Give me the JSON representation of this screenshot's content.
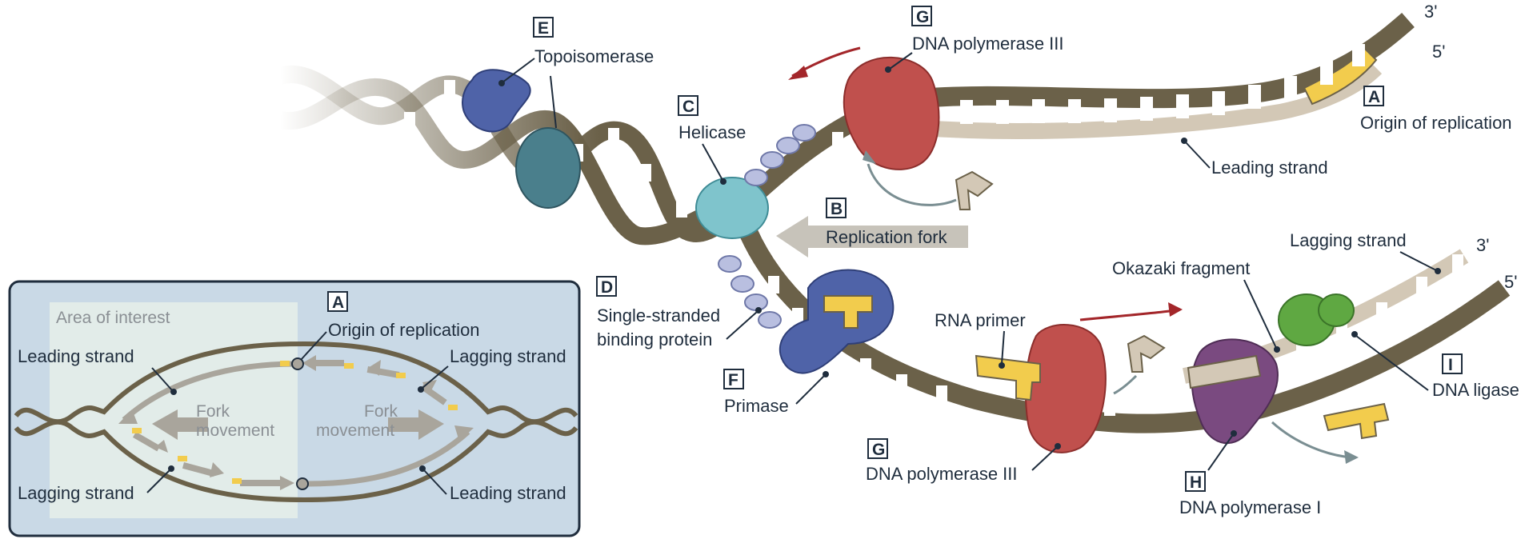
{
  "labels": {
    "a_letter": "A",
    "a_text": "Origin of replication",
    "b_letter": "B",
    "b_text": "Replication fork",
    "c_letter": "C",
    "c_text": "Helicase",
    "d_letter": "D",
    "d_text_1": "Single-stranded",
    "d_text_2": "binding protein",
    "e_letter": "E",
    "e_text": "Topoisomerase",
    "f_letter": "F",
    "f_text": "Primase",
    "g_top_letter": "G",
    "g_top_text": "DNA polymerase III",
    "g_bottom_letter": "G",
    "g_bottom_text": "DNA polymerase III",
    "h_letter": "H",
    "h_text": "DNA polymerase I",
    "i_letter": "I",
    "i_text": "DNA ligase",
    "leading_strand": "Leading strand",
    "lagging_strand": "Lagging strand",
    "okazaki": "Okazaki fragment",
    "rna_primer": "RNA primer",
    "three_prime_top": "3'",
    "five_prime_top": "5'",
    "three_prime_bottom": "3'",
    "five_prime_bottom": "5'"
  },
  "inset": {
    "area_of_interest": "Area of interest",
    "a_letter": "A",
    "origin": "Origin of replication",
    "leading_left": "Leading strand",
    "lagging_right": "Lagging strand",
    "lagging_left": "Lagging strand",
    "leading_right": "Leading strand",
    "fork_left_1": "Fork",
    "fork_left_2": "movement",
    "fork_right_1": "Fork",
    "fork_right_2": "movement"
  },
  "colors": {
    "dna": "#6b6149",
    "new_strand": "#d3c8b6",
    "primer": "#f2cc4d",
    "helicase": "#7fc4cc",
    "topoisomerase_blue": "#4f63a8",
    "topoisomerase_teal": "#4a7f8c",
    "polymerase_iii": "#c0504d",
    "polymerase_i": "#7a4a80",
    "ligase": "#5fa842",
    "primase": "#4f63a8",
    "ssb": "#b9bfe0",
    "inset_bg": "#c9d9e6",
    "fork_arrow": "#a9a59c",
    "red_arrow": "#a3262a",
    "grey_arrow": "#7a8e92"
  }
}
